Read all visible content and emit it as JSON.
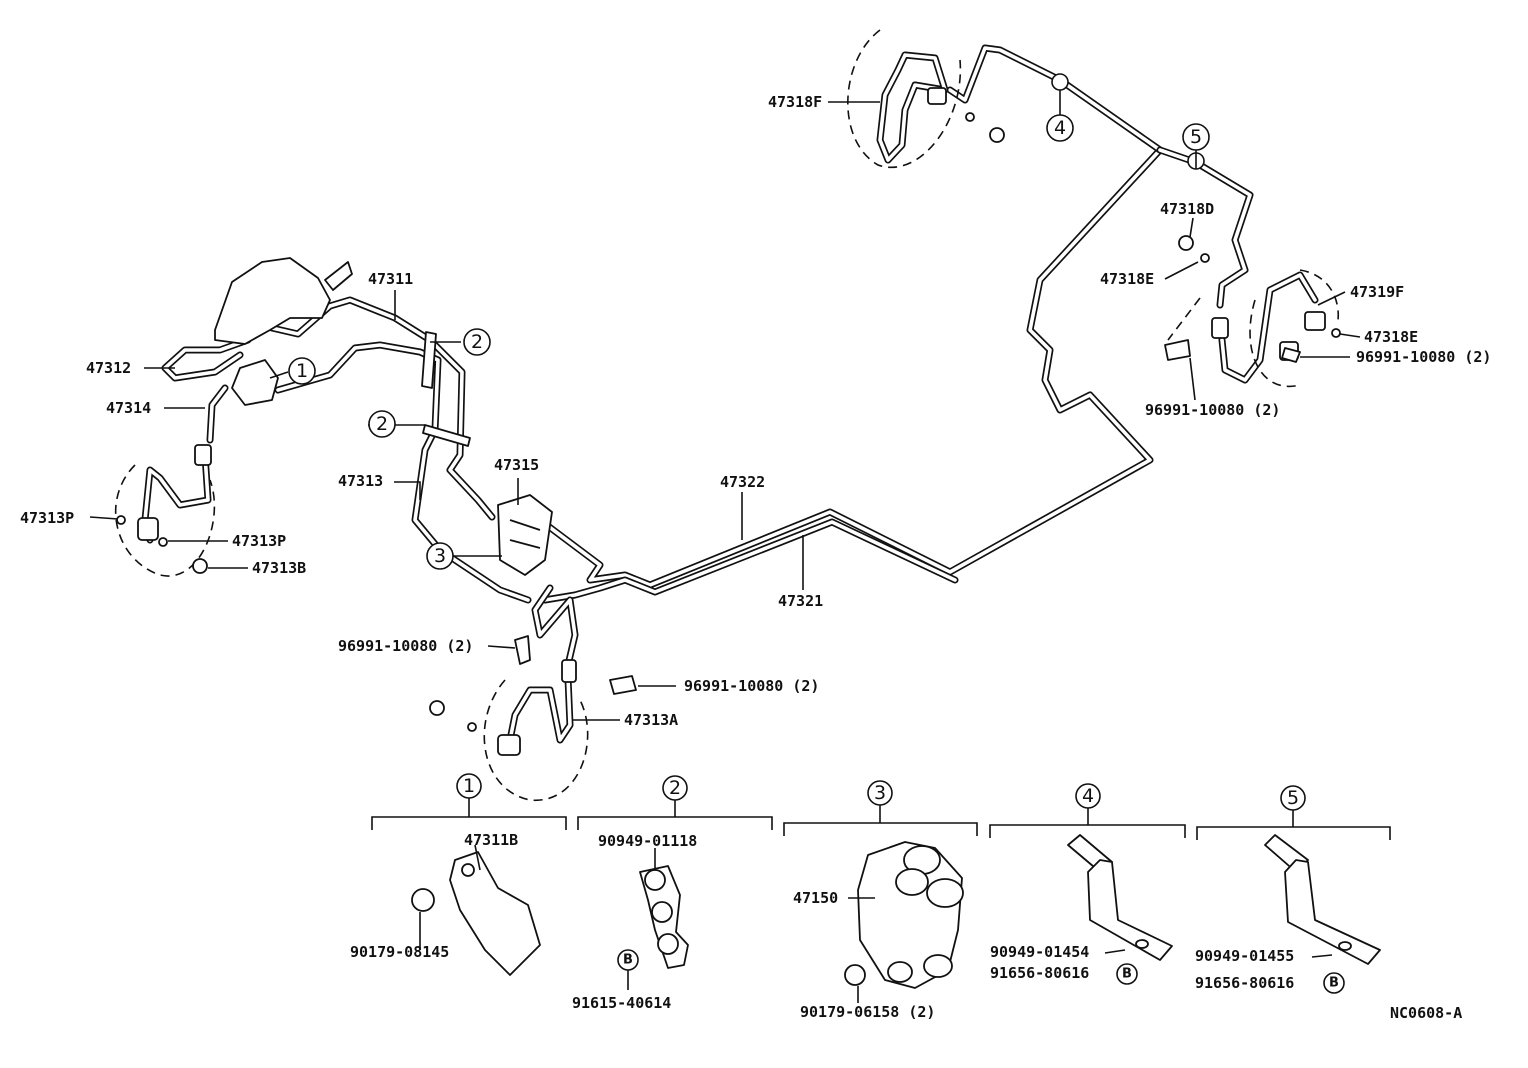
{
  "parts": {
    "p47311": "47311",
    "p47312": "47312",
    "p47314": "47314",
    "p47313": "47313",
    "p47313P_left": "47313P",
    "p47313P_right": "47313P",
    "p47313B": "47313B",
    "p47315": "47315",
    "p47322": "47322",
    "p47321": "47321",
    "p47318F": "47318F",
    "p47318D": "47318D",
    "p47318E_upper": "47318E",
    "p47318E_lower": "47318E",
    "p47319F": "47319F",
    "p47313A": "47313A",
    "clip_left": "96991-10080 (2)",
    "clip_center": "96991-10080 (2)",
    "clip_right_upper": "96991-10080 (2)",
    "clip_right_lower": "96991-10080 (2)"
  },
  "callouts": [
    "1",
    "2",
    "2",
    "3",
    "4",
    "5"
  ],
  "details": [
    {
      "num": "1",
      "labels": [
        "47311B",
        "90179-08145"
      ]
    },
    {
      "num": "2",
      "labels": [
        "90949-01118",
        "91615-40614"
      ],
      "bolt": "B"
    },
    {
      "num": "3",
      "labels": [
        "47150",
        "90179-06158 (2)"
      ]
    },
    {
      "num": "4",
      "labels": [
        "90949-01454",
        "91656-80616"
      ],
      "bolt": "B"
    },
    {
      "num": "5",
      "labels": [
        "90949-01455",
        "91656-80616"
      ],
      "bolt": "B"
    }
  ],
  "code": "NC0608-A"
}
